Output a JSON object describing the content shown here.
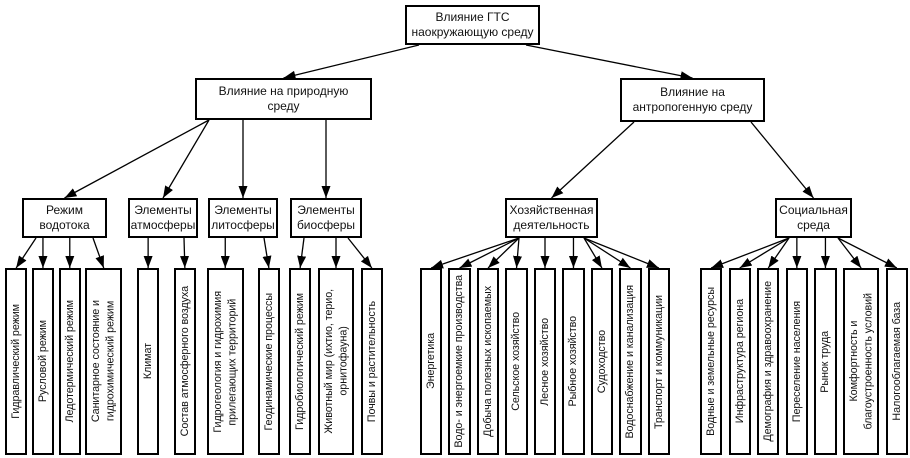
{
  "diagram": {
    "title": "Влияние ГТС наокружающую среду",
    "root": {
      "id": "root",
      "label": "Влияние ГТС\nнаокружающую среду"
    },
    "level2": [
      {
        "id": "nat",
        "label": "Влияние на природную\nсреду"
      },
      {
        "id": "ant",
        "label": "Влияние на\nантропогенную среду"
      }
    ],
    "branches": [
      {
        "id": "b1",
        "parent": "nat",
        "label": "Режим\nводотока",
        "leaves": [
          "Гидравлический режим",
          "Русловой режим",
          "Ледотермический режим",
          "Санитарное состояние и\nгидрохимический режим"
        ]
      },
      {
        "id": "b2",
        "parent": "nat",
        "label": "Элементы\nатмосферы",
        "leaves": [
          "Климат",
          "Состав атмосферного воздуха"
        ]
      },
      {
        "id": "b3",
        "parent": "nat",
        "label": "Элементы\nлитосферы",
        "leaves": [
          "Гидрогеология и гидрохимия\nприлегающих территорий",
          "Геодинамические процессы"
        ]
      },
      {
        "id": "b4",
        "parent": "nat",
        "label": "Элементы\nбиосферы",
        "leaves": [
          "Гидробиологический режим",
          "Животный мир (ихтио, терио,\nорнитофауна)",
          "Почвы и растительность"
        ]
      },
      {
        "id": "b5",
        "parent": "ant",
        "label": "Хозяйственная\nдеятельность",
        "leaves": [
          "Энергетика",
          "Водо- и энергоемкие производства",
          "Добыча полезных ископаемых",
          "Сельское хозяйство",
          "Лесное хозяйство",
          "Рыбное хозяйство",
          "Судоходство",
          "Водоснабжение и канализация",
          "Транспорт и коммуникации"
        ]
      },
      {
        "id": "b6",
        "parent": "ant",
        "label": "Социальная\nсреда",
        "leaves": [
          "Водные и земельные ресурсы",
          "Инфраструктура региона",
          "Демография и здравоохранение",
          "Переселение населения",
          "Рынок труда",
          "Комфортность и\nблагоустроенность условий",
          "Налогооблагаемая база"
        ]
      }
    ],
    "edges": [
      [
        "root",
        "nat"
      ],
      [
        "root",
        "ant"
      ],
      [
        "nat",
        "b1"
      ],
      [
        "nat",
        "b2"
      ],
      [
        "nat",
        "b3"
      ],
      [
        "nat",
        "b4"
      ],
      [
        "ant",
        "b5"
      ],
      [
        "ant",
        "b6"
      ]
    ],
    "colors": {
      "line": "#000000",
      "border": "#000000",
      "background": "#ffffff",
      "text": "#111111"
    }
  }
}
